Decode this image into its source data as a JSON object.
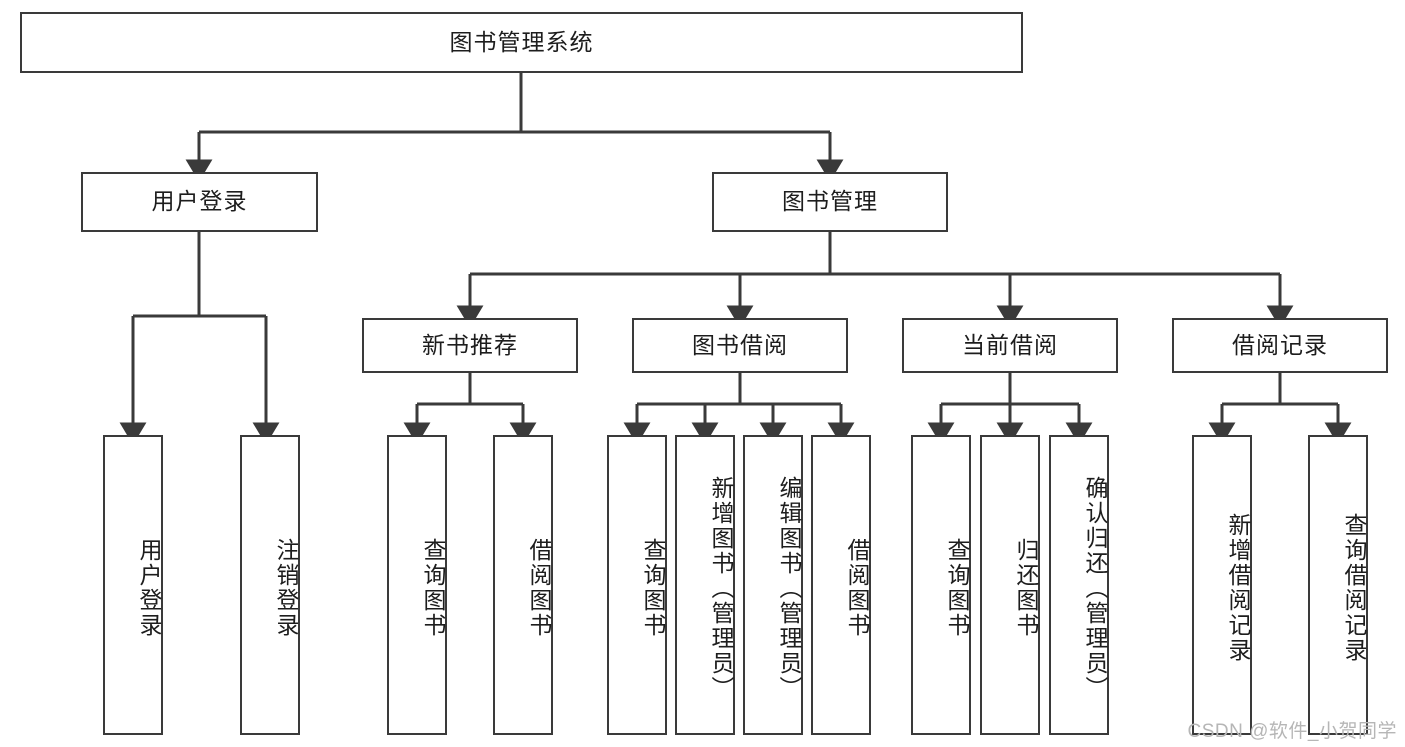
{
  "diagram": {
    "type": "tree-hierarchy",
    "title_node": {
      "label": "图书管理系统"
    },
    "level2": [
      {
        "id": "user-login",
        "label": "用户登录"
      },
      {
        "id": "book-manage",
        "label": "图书管理"
      }
    ],
    "level3": [
      {
        "id": "new-book-recommend",
        "label": "新书推荐",
        "parent": "book-manage"
      },
      {
        "id": "book-borrow",
        "label": "图书借阅",
        "parent": "book-manage"
      },
      {
        "id": "current-borrow",
        "label": "当前借阅",
        "parent": "book-manage"
      },
      {
        "id": "borrow-record",
        "label": "借阅记录",
        "parent": "book-manage"
      }
    ],
    "leaves": [
      {
        "id": "leaf-user-login",
        "label": "用户登录",
        "parent": "user-login"
      },
      {
        "id": "leaf-logout-login",
        "label": "注销登录",
        "parent": "user-login"
      },
      {
        "id": "leaf-query-book-1",
        "label": "查询图书",
        "parent": "new-book-recommend"
      },
      {
        "id": "leaf-borrow-book-1",
        "label": "借阅图书",
        "parent": "new-book-recommend"
      },
      {
        "id": "leaf-query-book-2",
        "label": "查询图书",
        "parent": "book-borrow"
      },
      {
        "id": "leaf-add-book",
        "label": "新增图书（管理员）",
        "parent": "book-borrow"
      },
      {
        "id": "leaf-edit-book",
        "label": "编辑图书（管理员）",
        "parent": "book-borrow"
      },
      {
        "id": "leaf-borrow-book-2",
        "label": "借阅图书",
        "parent": "book-borrow"
      },
      {
        "id": "leaf-query-book-3",
        "label": "查询图书",
        "parent": "current-borrow"
      },
      {
        "id": "leaf-return-book",
        "label": "归还图书",
        "parent": "current-borrow"
      },
      {
        "id": "leaf-confirm-return",
        "label": "确认归还（管理员）",
        "parent": "current-borrow"
      },
      {
        "id": "leaf-add-record",
        "label": "新增借阅记录",
        "parent": "borrow-record"
      },
      {
        "id": "leaf-query-record",
        "label": "查询借阅记录",
        "parent": "borrow-record"
      }
    ],
    "colors": {
      "stroke": "#3a3a3a",
      "background": "#ffffff",
      "text": "#1d1d1d",
      "watermark": "#b6b6b6"
    }
  },
  "watermark": {
    "text": "CSDN @软件_小贺同学"
  }
}
